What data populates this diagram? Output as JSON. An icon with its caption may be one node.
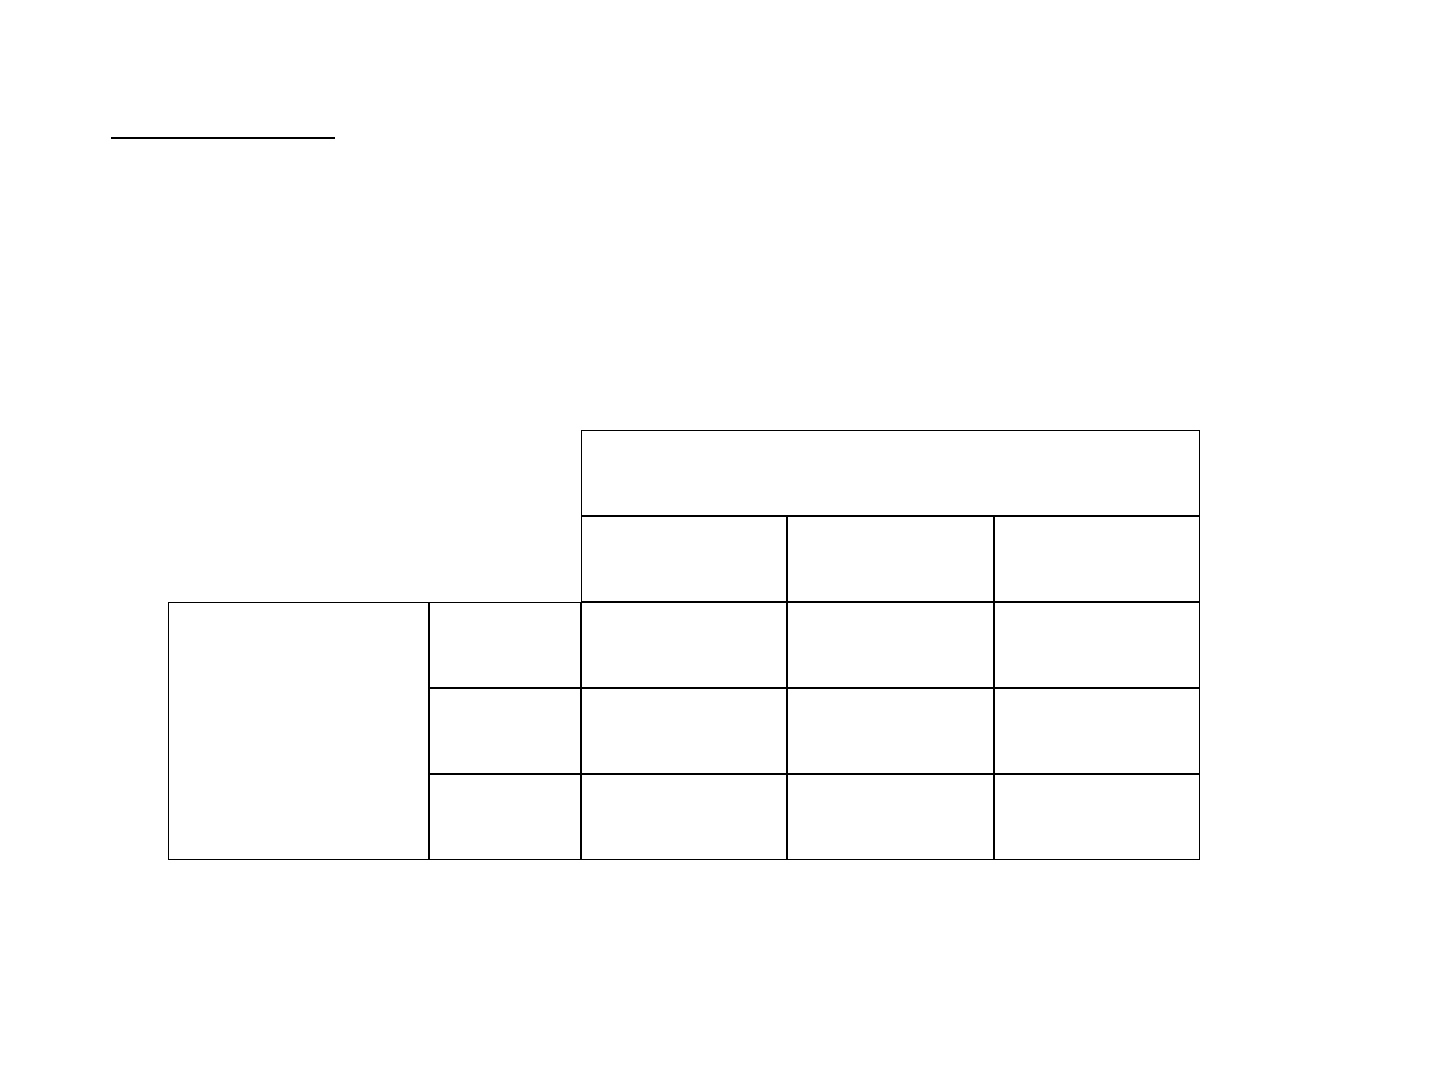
{
  "diagram": {
    "nodes": [
      {
        "text": [],
        "shape": "box"
      },
      {
        "text": [],
        "shape": "box"
      },
      {
        "text": [],
        "shape": "box"
      },
      {
        "text": [],
        "shape": "box"
      },
      {
        "text": [],
        "shape": "box"
      },
      {
        "text": [],
        "shape": "box"
      },
      {
        "text": [],
        "shape": "box"
      },
      {
        "text": [],
        "shape": "box"
      },
      {
        "text": [],
        "shape": "box"
      },
      {
        "text": [],
        "shape": "box"
      },
      {
        "text": [],
        "shape": "box"
      },
      {
        "text": [],
        "shape": "box"
      },
      {
        "text": [],
        "shape": "box"
      },
      {
        "text": [],
        "shape": "box"
      },
      {
        "text": [],
        "shape": "box"
      },
      {
        "text": [],
        "shape": "box"
      },
      {
        "text": [],
        "shape": "box"
      }
    ]
  }
}
